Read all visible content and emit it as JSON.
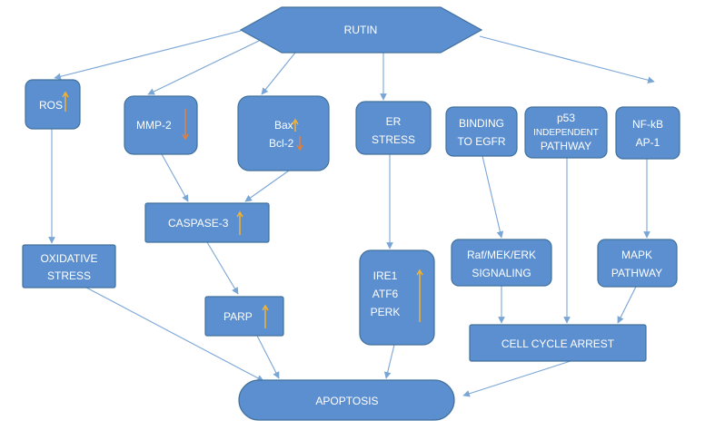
{
  "colors": {
    "node_fill": "#5b8fd0",
    "node_stroke": "#41719c",
    "edge": "#7aa6d6",
    "up_arrow": "#f2b233",
    "down_arrow": "#e67f3a"
  },
  "nodes": {
    "rutin": {
      "label": "RUTIN"
    },
    "ros": {
      "label": "ROS",
      "indicator": "up"
    },
    "mmp2": {
      "label": "MMP-2",
      "indicator": "down"
    },
    "bax_bcl2": {
      "lines": [
        {
          "text": "Bax",
          "indicator": "up"
        },
        {
          "text": "Bcl-2",
          "indicator": "down"
        }
      ]
    },
    "er_stress": {
      "lines": [
        "ER",
        "STRESS"
      ]
    },
    "binding_egfr": {
      "lines": [
        "BINDING",
        "TO EGFR"
      ]
    },
    "p53": {
      "lines": [
        "p53",
        "INDEPENDENT",
        "PATHWAY"
      ]
    },
    "nfkb": {
      "lines": [
        "NF-kB",
        "AP-1"
      ]
    },
    "oxidative_stress": {
      "lines": [
        "OXIDATIVE",
        "STRESS"
      ]
    },
    "caspase3": {
      "label": "CASPASE-3",
      "indicator": "up"
    },
    "parp": {
      "label": "PARP",
      "indicator": "up"
    },
    "ire1": {
      "lines": [
        "IRE1",
        "ATF6",
        "PERK"
      ],
      "indicator": "up"
    },
    "raf": {
      "lines": [
        "Raf/MEK/ERK",
        "SIGNALING"
      ]
    },
    "mapk": {
      "lines": [
        "MAPK",
        "PATHWAY"
      ]
    },
    "cell_cycle": {
      "label": "CELL CYCLE ARREST"
    },
    "apoptosis": {
      "label": "APOPTOSIS"
    }
  },
  "edges": [
    [
      "rutin",
      "ros"
    ],
    [
      "rutin",
      "mmp2"
    ],
    [
      "rutin",
      "bax_bcl2"
    ],
    [
      "rutin",
      "er_stress"
    ],
    [
      "rutin",
      "nfkb"
    ],
    [
      "ros",
      "oxidative_stress"
    ],
    [
      "mmp2",
      "caspase3"
    ],
    [
      "bax_bcl2",
      "caspase3"
    ],
    [
      "caspase3",
      "parp"
    ],
    [
      "er_stress",
      "ire1"
    ],
    [
      "binding_egfr",
      "raf"
    ],
    [
      "nfkb",
      "mapk"
    ],
    [
      "raf",
      "cell_cycle"
    ],
    [
      "p53",
      "cell_cycle"
    ],
    [
      "mapk",
      "cell_cycle"
    ],
    [
      "oxidative_stress",
      "apoptosis"
    ],
    [
      "parp",
      "apoptosis"
    ],
    [
      "ire1",
      "apoptosis"
    ],
    [
      "cell_cycle",
      "apoptosis"
    ]
  ]
}
